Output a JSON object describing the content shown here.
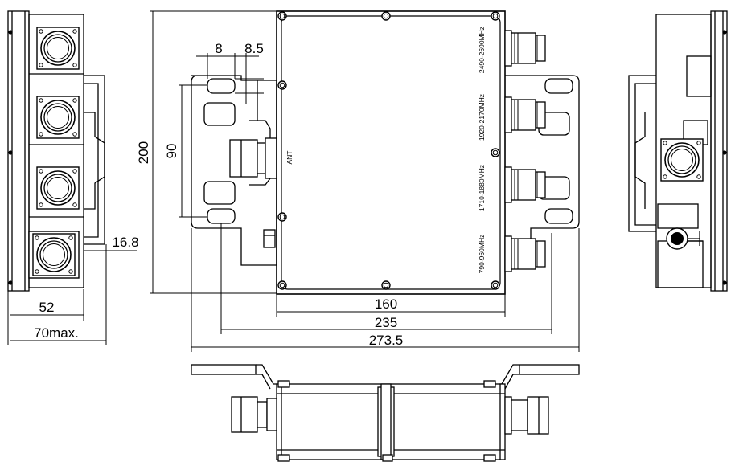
{
  "dimensions": {
    "hole_width": "8",
    "hole_height": "8.5",
    "hole_spacing": "90",
    "height": "200",
    "body_width": "160",
    "hole_pitch": "235",
    "overall_width": "273.5",
    "side_width": "52",
    "side_max": "70max.",
    "connector_offset": "16.8"
  },
  "labels": {
    "antenna": "ANT",
    "bands": [
      "2490-2690MHz",
      "1920-2170MHz",
      "1710-1880MHz",
      "790-960MHz"
    ]
  }
}
